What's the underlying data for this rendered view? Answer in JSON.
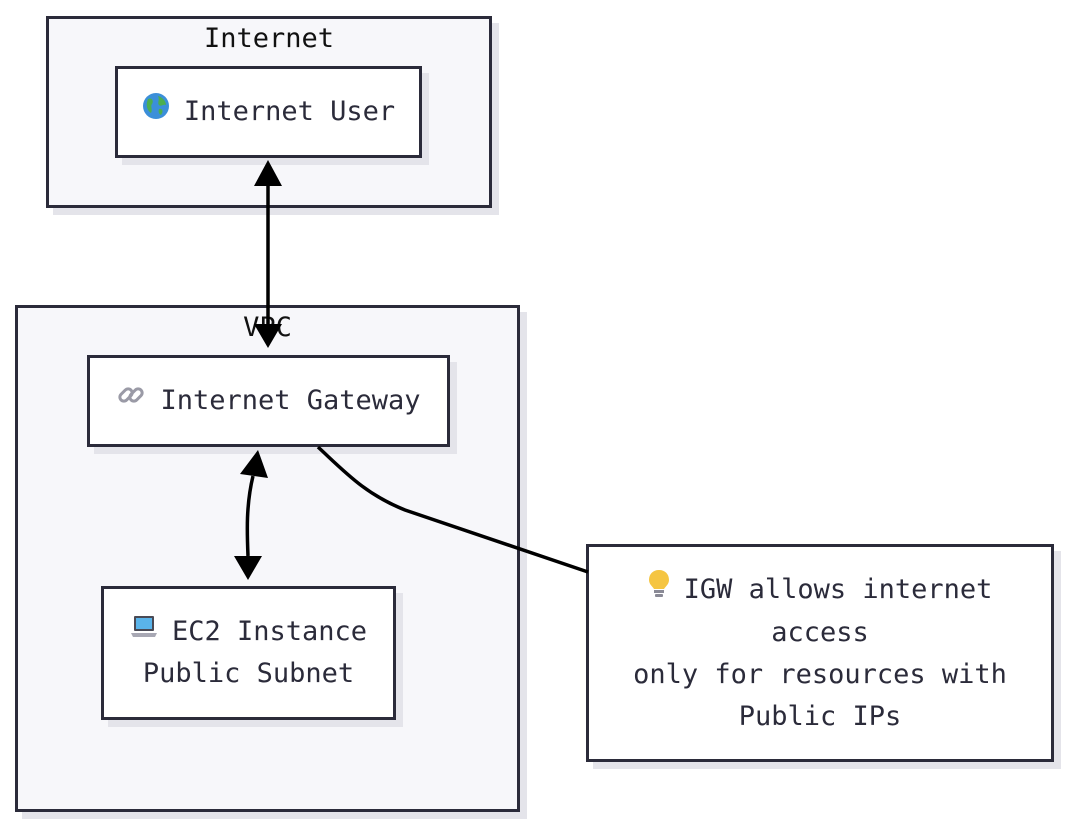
{
  "clusters": {
    "internet": {
      "title": "Internet"
    },
    "vpc": {
      "title": "VPC"
    }
  },
  "nodes": {
    "internet_user": {
      "icon": "globe-icon",
      "label": "Internet User"
    },
    "internet_gateway": {
      "icon": "link-icon",
      "label": "Internet Gateway"
    },
    "ec2_instance": {
      "icon": "laptop-icon",
      "line1": "EC2 Instance",
      "line2": "Public Subnet"
    },
    "note": {
      "icon": "lightbulb-icon",
      "line1": "IGW allows internet",
      "line2": "access",
      "line3": "only for resources with",
      "line4": "Public IPs"
    }
  },
  "edges": [
    {
      "from": "internet_user",
      "to": "internet_gateway",
      "style": "bidirectional-arrow"
    },
    {
      "from": "internet_gateway",
      "to": "ec2_instance",
      "style": "bidirectional-arrow"
    },
    {
      "from": "internet_gateway",
      "to": "note",
      "style": "line"
    }
  ],
  "colors": {
    "border": "#2b2b3a",
    "cluster_fill": "#f7f7fa",
    "node_fill": "#ffffff",
    "shadow": "#e4e4ea",
    "edge": "#000000"
  }
}
